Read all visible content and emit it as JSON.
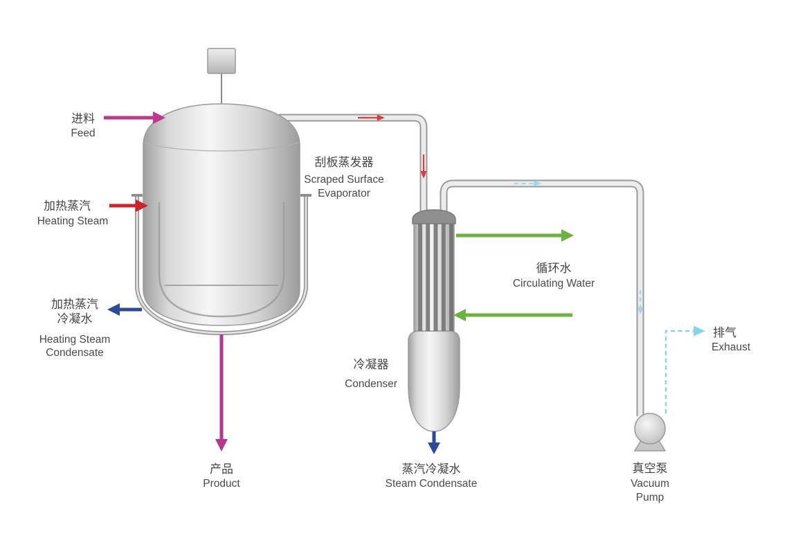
{
  "diagram": {
    "type": "process-flow-diagram",
    "equipment": {
      "evaporator": {
        "zh": "刮板蒸发器",
        "en_line1": "Scraped Surface",
        "en_line2": "Evaporator"
      },
      "condenser": {
        "zh": "冷凝器",
        "en": "Condenser"
      },
      "vacuum_pump": {
        "zh": "真空泵",
        "en_line1": "Vacuum",
        "en_line2": "Pump"
      }
    },
    "streams": {
      "feed": {
        "zh": "进料",
        "en": "Feed",
        "color": "#c0368c"
      },
      "heating_steam": {
        "zh": "加热蒸汽",
        "en": "Heating Steam",
        "color": "#d42128"
      },
      "heating_steam_condensate": {
        "zh_line1": "加热蒸汽",
        "zh_line2": "冷凝水",
        "en_line1": "Heating Steam",
        "en_line2": "Condensate",
        "color": "#2a4b9c"
      },
      "product": {
        "zh": "产品",
        "en": "Product",
        "color": "#b5368e"
      },
      "circulating_water": {
        "zh": "循环水",
        "en": "Circulating Water",
        "color": "#6ab33d"
      },
      "steam_condensate": {
        "zh": "蒸汽冷凝水",
        "en": "Steam Condensate",
        "color": "#2a4b9c"
      },
      "exhaust": {
        "zh": "排气",
        "en": "Exhaust",
        "color": "#85d5e8"
      },
      "vapor": {
        "color": "#e23a3e"
      },
      "vacuum_flow": {
        "color": "#9bdaec"
      }
    },
    "text_color": "#454545"
  }
}
